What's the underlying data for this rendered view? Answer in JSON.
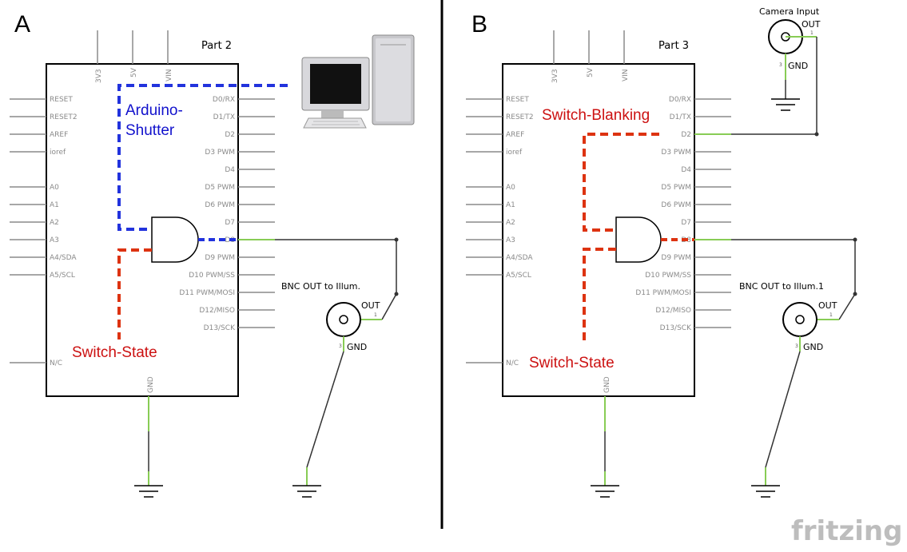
{
  "panels": [
    {
      "letter": "A",
      "part": "Part 2",
      "top_pins": [
        "3V3",
        "5V",
        "VIN"
      ],
      "left_pins": [
        "RESET",
        "RESET2",
        "AREF",
        "ioref",
        "A0",
        "A1",
        "A2",
        "A3",
        "A4/SDA",
        "A5/SCL",
        "N/C"
      ],
      "right_pins": [
        "D0/RX",
        "D1/TX",
        "D2",
        "D3 PWM",
        "D4",
        "D5 PWM",
        "D6 PWM",
        "D7",
        "D8",
        "D9 PWM",
        "D10 PWM/SS",
        "D11 PWM/MOSI",
        "D12/MISO",
        "D13/SCK"
      ],
      "bottom_pin": "GND",
      "signal_labels": [
        "Arduino-",
        "Shutter",
        "Switch-State"
      ],
      "bnc_title": "BNC OUT to Illum.",
      "bnc_out": "OUT",
      "bnc_gnd": "GND",
      "bnc_pin1": "1",
      "bnc_pin3": "3"
    },
    {
      "letter": "B",
      "part": "Part 3",
      "top_pins": [
        "3V3",
        "5V",
        "VIN"
      ],
      "left_pins": [
        "RESET",
        "RESET2",
        "AREF",
        "ioref",
        "A0",
        "A1",
        "A2",
        "A3",
        "A4/SDA",
        "A5/SCL",
        "N/C"
      ],
      "right_pins": [
        "D0/RX",
        "D1/TX",
        "D2",
        "D3 PWM",
        "D4",
        "D5 PWM",
        "D6 PWM",
        "D7",
        "D8",
        "D9 PWM",
        "D10 PWM/SS",
        "D11 PWM/MOSI",
        "D12/MISO",
        "D13/SCK"
      ],
      "bottom_pin": "GND",
      "signal_labels": [
        "Switch-Blanking",
        "Switch-State"
      ],
      "bnc_title": "BNC OUT to Illum.1",
      "bnc_out": "OUT",
      "bnc_gnd": "GND",
      "bnc_pin1": "1",
      "bnc_pin3": "3",
      "camera_title": "Camera Input",
      "camera_out": "OUT",
      "camera_gnd": "GND",
      "camera_pin1": "1",
      "camera_pin3": "3"
    }
  ],
  "colors": {
    "blue_signal": "#2233dd",
    "red_signal": "#dd3311",
    "wire": "#333333",
    "green_wire": "#88cc55",
    "label_blue": "#1111cc",
    "label_red": "#cc1111"
  },
  "watermark": "fritzing"
}
